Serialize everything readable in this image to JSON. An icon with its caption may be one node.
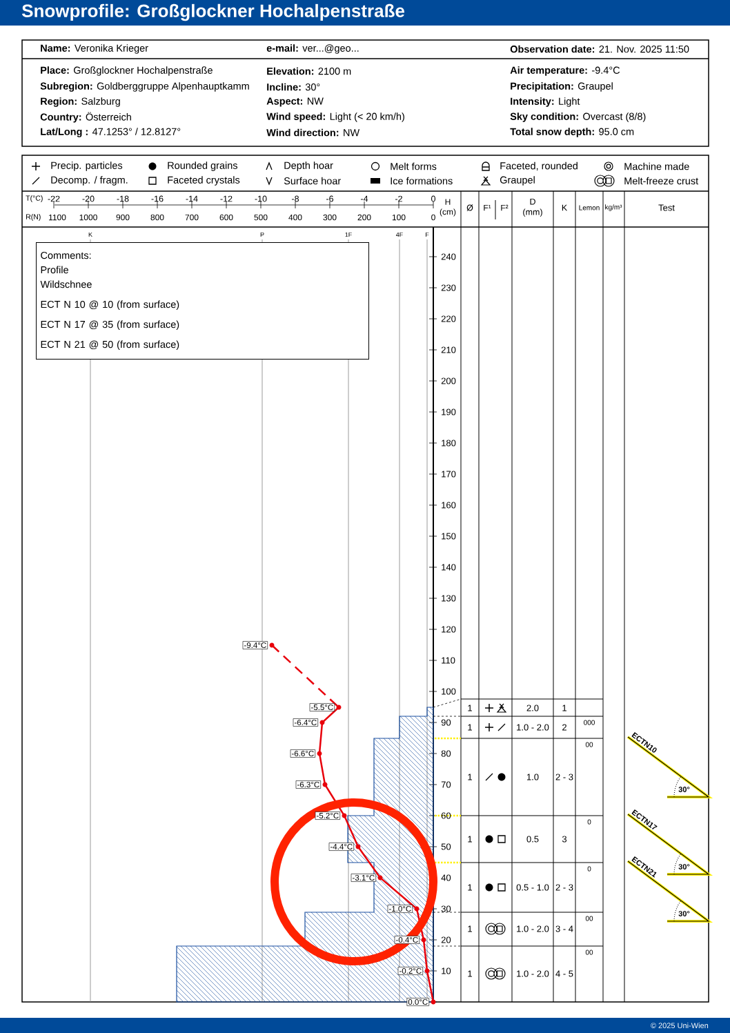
{
  "diagram": {
    "title": "Snowprofile: Großglockner Hochalpenstraße",
    "nodes": [
      {
        "text": [
          "Comments:",
          "Profile",
          "Wildschnee",
          "ECT N 10 @ 10 (from surface)",
          "ECT N 17 @ 35 (from surface)",
          "ECT N 21 @ 50 (from surface)"
        ]
      }
    ],
    "labels": [
      "**Name:** Veronika Krieger",
      "**e-mail:** ver...@geo...",
      "**Observation date:** 21. Nov. 2025 11:50",
      "**Place:** Großglockner Hochalpenstraße",
      "**Elevation:** 2100 m",
      "**Air temperature:** -9.4°C",
      "**Subregion:** Goldberggruppe Alpenhauptkamm",
      "**Incline:** 30°",
      "**Precipitation:** Graupel",
      "**Region:** Salzburg",
      "**Aspect:** NW",
      "**Intensity:** Light",
      "**Country:** Österreich",
      "**Wind speed:** Light (< 20 km/h)",
      "**Sky condition:** Overcast (8/8)",
      "**Lat/Long :** 47.1253° / 12.8127°",
      "**Wind direction:** NW",
      "**Total snow depth:** 95.0 cm",
      "T(°C)",
      "-22",
      "-20",
      "-18",
      "-16",
      "-14",
      "-12",
      "-10",
      "-8",
      "-6",
      "-4",
      "-2",
      "0",
      "R(N)",
      "1100",
      "1000",
      "900",
      "800",
      "700",
      "600",
      "500",
      "400",
      "300",
      "200",
      "100",
      "0",
      "H (cm)",
      "Ø",
      "F¹",
      "F²",
      "D (mm)",
      "K",
      "Lemon",
      "kg/m³",
      "Test",
      "K",
      "P",
      "1F",
      "4F",
      "F",
      "240",
      "230",
      "220",
      "210",
      "200",
      "190",
      "180",
      "170",
      "160",
      "150",
      "140",
      "130",
      "120",
      "110",
      "100",
      "90",
      "80",
      "70",
      "60",
      "50",
      "40",
      "30",
      "20",
      "10",
      "-9.4°C",
      "-5.5°C",
      "-6.4°C",
      "-6.6°C",
      "-6.3°C",
      "-5.2°C",
      "-4.4°C",
      "-3.1°C",
      "-1.0°C",
      "-0.4°C",
      "-0.2°C",
      "0.0°C",
      "1",
      "2.0",
      "1",
      "1",
      "1.0 - 2.0",
      "2",
      "000",
      "1",
      "1.0",
      "2 - 3",
      "00",
      "1",
      "0.5",
      "3",
      "0",
      "1",
      "0.5 - 1.0",
      "2 - 3",
      "0",
      "1",
      "1.0 - 2.0",
      "3 - 4",
      "00",
      "1",
      "1.0 - 2.0",
      "4 - 5",
      "00",
      "ECTN10",
      "30°",
      "ECTN17",
      "30°",
      "ECTN21",
      "30°",
      "© 2025 Uni-Wien"
    ],
    "legend": [
      {
        "text": "Precip. particles"
      },
      {
        "text": "Rounded grains"
      },
      {
        "text": "Depth hoar"
      },
      {
        "text": "Melt forms"
      },
      {
        "text": "Faceted, rounded"
      },
      {
        "text": "Machine made"
      },
      {
        "text": "Decomp. / fragm."
      },
      {
        "text": "Faceted crystals"
      },
      {
        "text": "Surface hoar"
      },
      {
        "text": "Ice formations"
      },
      {
        "text": "Graupel"
      },
      {
        "text": "Melt-freeze crust"
      }
    ]
  }
}
